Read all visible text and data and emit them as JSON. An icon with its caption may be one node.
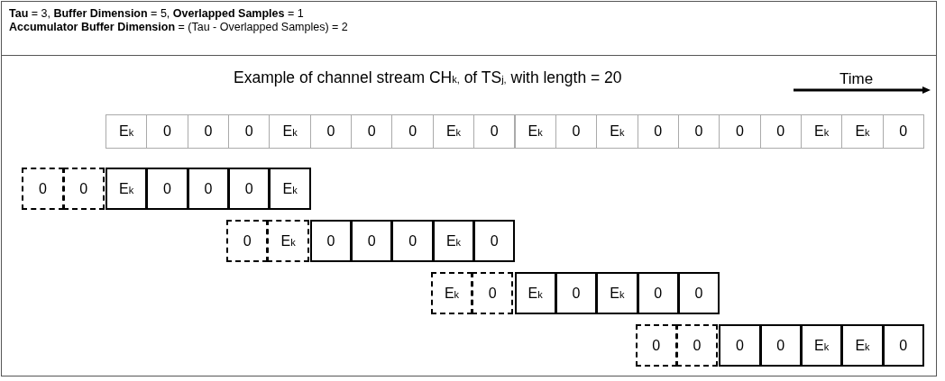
{
  "diagram": {
    "nodes": [
      {
        "text": [
          "**Tau** = 3, **Buffer Dimension** = 5, **Overlapped Samples** = 1",
          "**Accumulator Buffer Dimension** = (Tau - Overlapped Samples) = 2"
        ]
      },
      {
        "text": [
          "Example of channel stream CH$_{k,}$ of TS$_{j,}$ with length = 20"
        ]
      },
      {
        "text": [
          "E$_{k}$"
        ],
        "in": 1
      },
      {
        "text": [
          "0"
        ],
        "in": 1
      },
      {
        "text": [
          "0"
        ],
        "in": 1
      },
      {
        "text": [
          "0"
        ],
        "in": 1
      },
      {
        "text": [
          "E$_{k}$"
        ],
        "in": 1
      },
      {
        "text": [
          "0"
        ],
        "in": 1
      },
      {
        "text": [
          "0"
        ],
        "in": 1
      },
      {
        "text": [
          "0"
        ],
        "in": 1
      },
      {
        "text": [
          "E$_{k}$"
        ],
        "in": 1
      },
      {
        "text": [
          "0"
        ],
        "in": 1
      },
      {
        "text": [
          "E$_{k}$"
        ],
        "in": 1
      },
      {
        "text": [
          "0"
        ],
        "in": 1
      },
      {
        "text": [
          "E$_{k}$"
        ],
        "in": 1
      },
      {
        "text": [
          "0"
        ],
        "in": 1
      },
      {
        "text": [
          "0"
        ],
        "in": 1
      },
      {
        "text": [
          "0"
        ],
        "in": 1
      },
      {
        "text": [
          "0"
        ],
        "in": 1
      },
      {
        "text": [
          "E$_{k}$"
        ],
        "in": 1
      },
      {
        "text": [
          "E$_{k}$"
        ],
        "in": 1
      },
      {
        "text": [
          "0"
        ],
        "in": 1
      },
      {
        "text": [
          "0"
        ],
        "in": 1
      },
      {
        "text": [
          "0"
        ],
        "in": 1
      },
      {
        "text": [
          "E$_{k}$"
        ],
        "in": 1
      },
      {
        "text": [
          "0"
        ],
        "in": 1
      },
      {
        "text": [
          "0"
        ],
        "in": 1
      },
      {
        "text": [
          "0"
        ],
        "in": 1
      },
      {
        "text": [
          "E$_{k}$"
        ],
        "in": 1
      },
      {
        "text": [
          "0"
        ],
        "in": 1
      },
      {
        "text": [
          "E$_{k}$"
        ],
        "in": 1
      },
      {
        "text": [
          "0"
        ],
        "in": 1
      },
      {
        "text": [
          "0"
        ],
        "in": 1
      },
      {
        "text": [
          "0"
        ],
        "in": 1
      },
      {
        "text": [
          "E$_{k}$"
        ],
        "in": 1
      },
      {
        "text": [
          "0"
        ],
        "in": 1
      },
      {
        "text": [
          "E$_{k}$"
        ],
        "in": 1
      },
      {
        "text": [
          "0"
        ],
        "in": 1
      },
      {
        "text": [
          "E$_{k}$"
        ],
        "in": 1
      },
      {
        "text": [
          "0"
        ],
        "in": 1
      },
      {
        "text": [
          "E$_{k}$"
        ],
        "in": 1
      },
      {
        "text": [
          "0"
        ],
        "in": 1
      },
      {
        "text": [
          "0"
        ],
        "in": 1
      },
      {
        "text": [
          "0"
        ],
        "in": 1
      },
      {
        "text": [
          "0"
        ],
        "in": 1
      },
      {
        "text": [
          "0"
        ],
        "in": 1
      },
      {
        "text": [
          "0"
        ],
        "in": 1
      },
      {
        "text": [
          "E$_{k}$"
        ],
        "in": 1
      },
      {
        "text": [
          "E$_{k}$"
        ],
        "in": 1
      },
      {
        "text": [
          "0"
        ],
        "in": 1
      }
    ],
    "edges": [],
    "labels": [
      "Time"
    ]
  }
}
